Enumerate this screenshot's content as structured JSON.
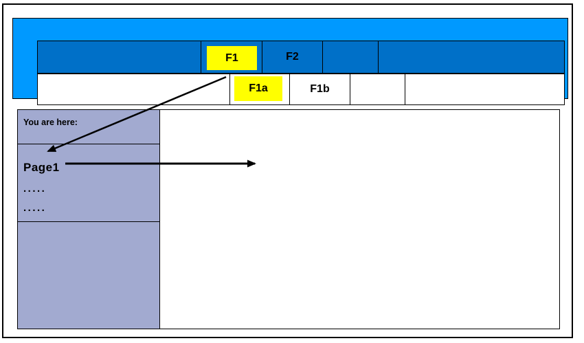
{
  "top_nav": {
    "primary_tabs": [
      {
        "label": "",
        "highlighted": false
      },
      {
        "label": "F1",
        "highlighted": true
      },
      {
        "label": "F2",
        "highlighted": false
      },
      {
        "label": "",
        "highlighted": false
      },
      {
        "label": "",
        "highlighted": false
      }
    ],
    "secondary_tabs": [
      {
        "label": "",
        "highlighted": false
      },
      {
        "label": "F1a",
        "highlighted": true
      },
      {
        "label": "F1b",
        "highlighted": false
      },
      {
        "label": "",
        "highlighted": false
      },
      {
        "label": "",
        "highlighted": false
      }
    ]
  },
  "sidebar": {
    "header": "You are here:",
    "items": [
      {
        "label": "Page1"
      },
      {
        "label": "....."
      },
      {
        "label": "....."
      }
    ]
  },
  "colors": {
    "frame_blue": "#0099ff",
    "bar_blue": "#0070c8",
    "highlight_yellow": "#ffff00",
    "sidebar_lavender": "#a2aad0"
  }
}
